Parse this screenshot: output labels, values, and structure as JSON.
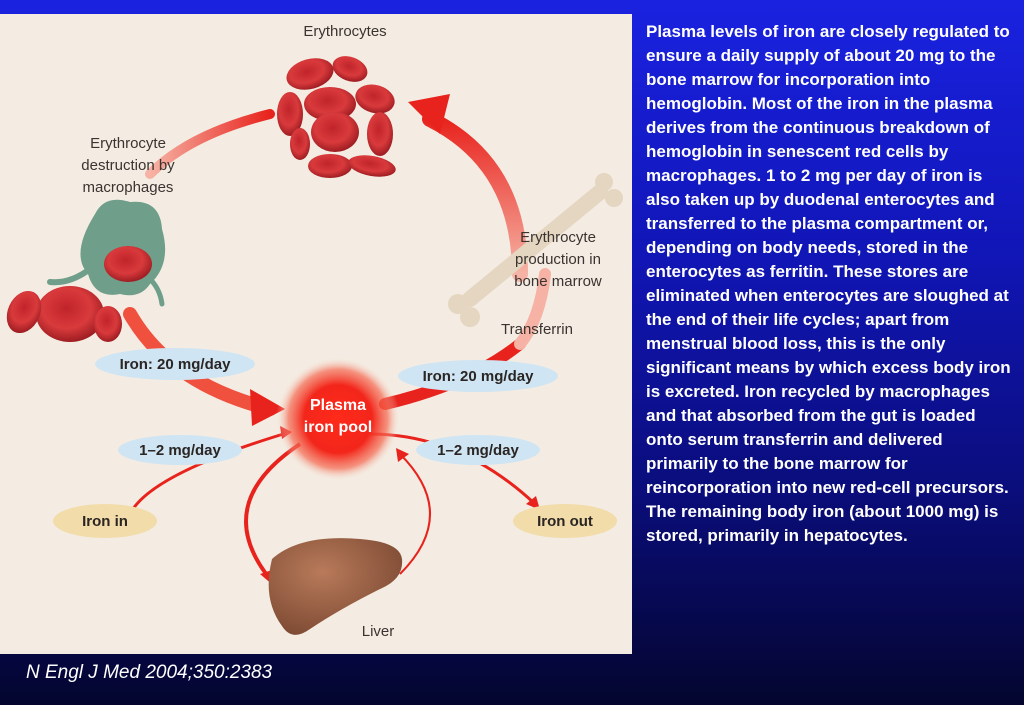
{
  "figure": {
    "labels": {
      "erythrocytes": "Erythrocytes",
      "destruction_line1": "Erythrocyte",
      "destruction_line2": "destruction by",
      "destruction_line3": "macrophages",
      "production_line1": "Erythrocyte",
      "production_line2": "production in",
      "production_line3": "bone marrow",
      "transferrin": "Transferrin",
      "pool_line1": "Plasma",
      "pool_line2": "iron pool",
      "iron_left": "Iron: 20 mg/day",
      "iron_right": "Iron: 20 mg/day",
      "rate_left": "1–2 mg/day",
      "rate_right": "1–2 mg/day",
      "iron_in": "Iron in",
      "iron_out": "Iron out",
      "liver": "Liver"
    }
  },
  "caption": "Plasma levels of iron are closely regulated to ensure a daily supply of about 20 mg to the bone marrow for incorporation into hemoglobin. Most of the iron in the plasma derives from the continuous breakdown of hemoglobin in senescent red cells by macrophages. 1 to 2 mg per day of iron is also taken up by duodenal enterocytes and transferred to the plasma compartment or, depending on body needs, stored in the enterocytes as ferritin. These stores are eliminated when enterocytes are sloughed at the end of their life cycles; apart from menstrual blood loss, this is the only significant means by which excess body iron is excreted. Iron recycled by macrophages and that absorbed from the gut is loaded onto serum transferrin and delivered primarily to the bone marrow for reincorporation into new red-cell precursors. The remaining body iron (about 1000 mg) is stored, primarily in hepatocytes.",
  "citation": "N Engl J Med 2004;350:2383",
  "colors": {
    "panel_bg": "#f4ece2",
    "arrow_red": "#e8231d",
    "label_bubble": "#cfe5f3",
    "iron_bubble": "#f1dcaa",
    "page_blue": "#1a22e0"
  },
  "icons": [
    "erythrocyte-cells",
    "macrophage-cell",
    "bone-icon",
    "liver-icon"
  ]
}
